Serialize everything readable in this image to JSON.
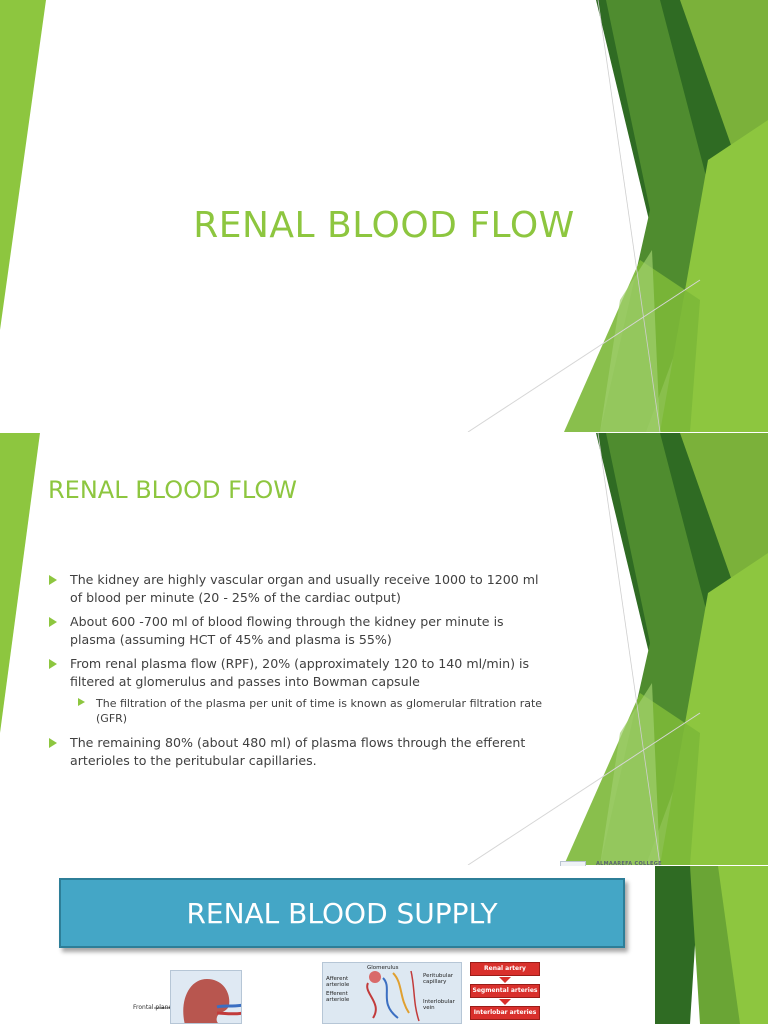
{
  "slides": [
    {
      "title": "RENAL BLOOD FLOW"
    },
    {
      "title": "RENAL BLOOD FLOW",
      "bullets": [
        {
          "text": "The kidney are highly vascular organ and usually receive 1000 to 1200 ml of blood per minute (20 - 25% of the cardiac output)"
        },
        {
          "text": "About 600 -700 ml of blood flowing through the kidney per minute is plasma (assuming HCT of 45% and plasma is 55%)"
        },
        {
          "text": "From renal plasma flow (RPF), 20% (approximately 120 to 140 ml/min) is filtered at glomerulus and passes into Bowman capsule"
        },
        {
          "text": "The filtration of the plasma per unit of time is known as glomerular filtration rate (GFR)"
        },
        {
          "text": "The remaining 80% (about 480 ml) of plasma flows through the efferent arterioles to the peritubular capillaries."
        }
      ],
      "logo_text": "ALMAAREFA COLLEGE"
    },
    {
      "banner": "RENAL BLOOD SUPPLY",
      "kidney_label": "Frontal plane",
      "nephron_labels": {
        "glomerulus": "Glomerulus",
        "afferent": "Afferent arteriole",
        "efferent": "Efferent arteriole",
        "peritubular": "Peritubular capillary",
        "interlobular_vein": "Interlobular vein"
      },
      "flow_steps": [
        "Renal artery",
        "Segmental arteries",
        "Interlobar arteries"
      ]
    }
  ],
  "colors": {
    "accent_green": "#8dc63f",
    "dark_green": "#3f7a2a",
    "banner_blue": "#44a6c6",
    "flow_red": "#d9302c",
    "body_text": "#404040"
  }
}
